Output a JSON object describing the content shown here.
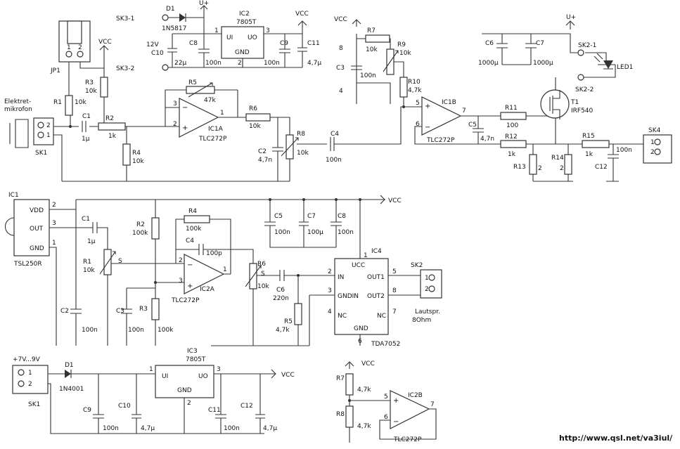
{
  "top": {
    "sk3_1": "SK3-1",
    "d1": "D1",
    "d1_val": "1N5817",
    "vplus": "U+",
    "ic2": "IC2",
    "ic2_val": "7805T",
    "ic2_ui": "UI",
    "ic2_uo": "UO",
    "ic2_gnd": "GND",
    "ic2_p1": "1",
    "ic2_p2": "2",
    "ic2_p3": "3",
    "v12": "12V",
    "vcc": "VCC",
    "c10": "C10",
    "c10_val": "22µ",
    "c8": "C8",
    "c8_val": "100n",
    "c9": "C9",
    "c9_val": "100n",
    "c11": "C11",
    "c11_val": "4,7µ",
    "sk3_2": "SK3-2",
    "jp1": "JP1",
    "jp_p1": "1",
    "jp_p2": "2",
    "r1": "R1",
    "r1_val": "10k",
    "r3": "R3",
    "r3_val": "10k",
    "mic": "Elektret-",
    "mic2": "mikrofon",
    "sk1": "SK1",
    "c1": "C1",
    "c1_val": "1µ",
    "r2": "R2",
    "r2_val": "1k",
    "r4": "R4",
    "r4_val": "10k",
    "r5": "R5",
    "r5_val": "47k",
    "ic1a": "IC1A",
    "ic1a_val": "TLC272P",
    "r6": "R6",
    "r6_val": "10k",
    "c2": "C2",
    "c2_val": "4,7n",
    "r8": "R8",
    "r8_val": "10k",
    "c4": "C4",
    "c4_val": "100n",
    "c3": "C3",
    "c3_val": "100n",
    "r7": "R7",
    "r7_val": "10k",
    "r9": "R9",
    "r9_val": "10k",
    "r10": "R10",
    "r10_val": "4,7k",
    "ic1b": "IC1B",
    "ic1b_val": "TLC272P",
    "c5": "C5",
    "c5_val": "4,7n",
    "p8": "8",
    "p4": "4",
    "p5": "5",
    "p6": "6",
    "p7": "7",
    "r11": "R11",
    "r11_val": "100",
    "r12": "R12",
    "r12_val": "1k",
    "r13": "R13",
    "r13_val": "2",
    "r14": "R14",
    "r14_val": "2",
    "r15": "R15",
    "r15_val": "1k",
    "c12": "C12",
    "c12_val": "100n",
    "sk4": "SK4",
    "c6": "C6",
    "c6_val": "1000µ",
    "c7": "C7",
    "c7_val": "1000µ",
    "sk2_1": "SK2-1",
    "sk2_2": "SK2-2",
    "led1": "LED1",
    "t1": "T1",
    "t1_val": "IRF540"
  },
  "bottom": {
    "ic1": "IC1",
    "vdd": "VDD",
    "out": "OUT",
    "gnd": "GND",
    "ic1_val": "TSL250R",
    "p2": "2",
    "p3": "3",
    "p1": "1",
    "c1": "C1",
    "c1_val": "1µ",
    "r1": "R1",
    "r1_val": "10k",
    "s": "S",
    "c2": "C2",
    "c2_val": "100n",
    "r2": "R2",
    "r2_val": "100k",
    "r4": "R4",
    "r4_val": "100k",
    "c4": "C4",
    "c4_val": "100p",
    "ic2a": "IC2A",
    "ic2a_val": "TLC272P",
    "c3": "C3",
    "c3_val": "100n",
    "r3": "R3",
    "r3_val": "100k",
    "r6": "R6",
    "r6_val": "10k",
    "c6": "C6",
    "c6_val": "220n",
    "c5": "C5",
    "c5_val": "100n",
    "c7": "C7",
    "c7_val": "100µ",
    "c8": "C8",
    "c8_val": "100n",
    "vcc": "VCC",
    "ic4": "IC4",
    "ic4_val": "TDA7052",
    "in": "IN",
    "gndin": "GNDIN",
    "nc": "NC",
    "out1": "OUT1",
    "out2": "OUT2",
    "ucc": "UCC",
    "gnd2": "GND",
    "r5": "R5",
    "r5_val": "4,7k",
    "sk2": "SK2",
    "lautspr": "Lautspr.",
    "ohm": "8Ohm",
    "p4": "4",
    "p5": "5",
    "p6": "6",
    "p7": "7",
    "p8": "8",
    "vin": "+7V...9V",
    "d1": "D1",
    "d1_val": "1N4001",
    "sk1": "SK1",
    "ic3": "IC3",
    "ic3_val": "7805T",
    "ui": "UI",
    "uo": "UO",
    "c9": "C9",
    "c9_val": "100n",
    "c10": "C10",
    "c10_val": "4,7µ",
    "c11": "C11",
    "c11_val": "100n",
    "c12": "C12",
    "c12_val": "4,7µ",
    "r7": "R7",
    "r7_val": "4,7k",
    "r8": "R8",
    "r8_val": "4,7k",
    "ic2b": "IC2B",
    "ic2b_val": "TLC272P",
    "url": "http://www.qsl.net/va3iul/"
  }
}
